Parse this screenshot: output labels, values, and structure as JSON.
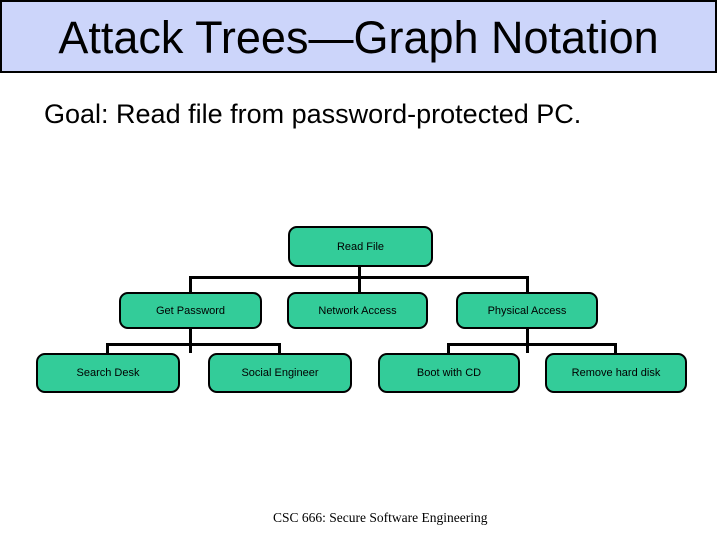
{
  "slide": {
    "title": "Attack Trees—Graph Notation",
    "goal_text": "Goal: Read file from password-protected PC.",
    "footer": "CSC 666: Secure Software Engineering"
  },
  "colors": {
    "title_bar_bg": "#ccd5fa",
    "title_bar_border": "#000000",
    "node_fill": "#33cc99",
    "node_border": "#000000",
    "connector": "#000000",
    "text": "#000000",
    "slide_bg": "#ffffff"
  },
  "tree": {
    "type": "attack-tree",
    "nodes": [
      {
        "id": "read-file",
        "label": "Read File",
        "children": [
          "get-password",
          "network-access",
          "physical-access"
        ]
      },
      {
        "id": "get-password",
        "label": "Get Password",
        "children": [
          "search-desk",
          "social-engineer"
        ]
      },
      {
        "id": "network-access",
        "label": "Network Access",
        "children": []
      },
      {
        "id": "physical-access",
        "label": "Physical Access",
        "children": [
          "boot-with-cd",
          "remove-hard-disk"
        ]
      },
      {
        "id": "search-desk",
        "label": "Search Desk",
        "children": []
      },
      {
        "id": "social-engineer",
        "label": "Social Engineer",
        "children": []
      },
      {
        "id": "boot-with-cd",
        "label": "Boot with CD",
        "children": []
      },
      {
        "id": "remove-hard-disk",
        "label": "Remove hard disk",
        "children": []
      }
    ]
  }
}
